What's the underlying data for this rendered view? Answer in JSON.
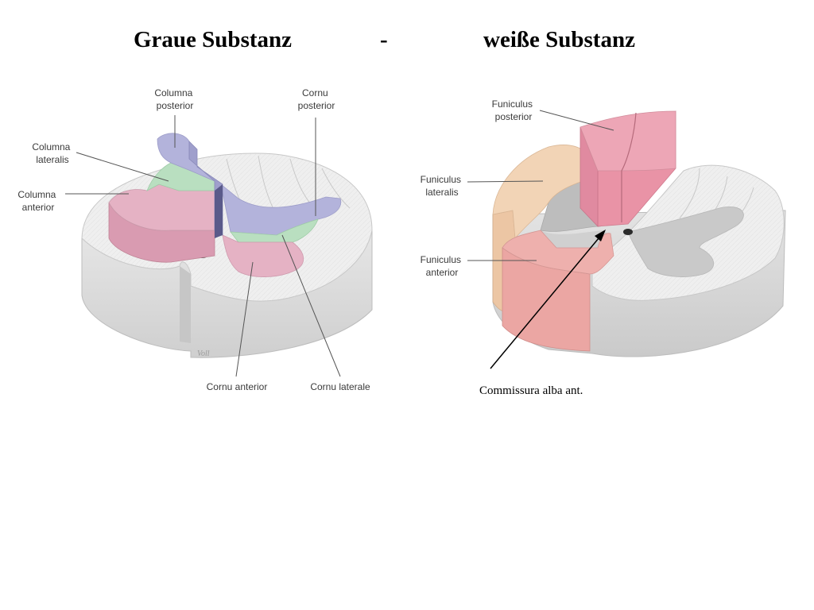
{
  "title": {
    "left": "Graue Substanz",
    "separator": "-",
    "right": "weiße Substanz"
  },
  "left_panel": {
    "labels": {
      "columna_posterior": [
        "Columna",
        "posterior"
      ],
      "cornu_posterior": [
        "Cornu",
        "posterior"
      ],
      "columna_lateralis": [
        "Columna",
        "lateralis"
      ],
      "columna_anterior": [
        "Columna",
        "anterior"
      ],
      "cornu_anterior": "Cornu anterior",
      "cornu_laterale": "Cornu laterale"
    },
    "signature": "Voll"
  },
  "right_panel": {
    "labels": {
      "funiculus_posterior": [
        "Funiculus",
        "posterior"
      ],
      "funiculus_lateralis": [
        "Funiculus",
        "lateralis"
      ],
      "funiculus_anterior": [
        "Funiculus",
        "anterior"
      ],
      "commissura": "Commissura alba ant."
    }
  },
  "colors": {
    "white_matter": "#ececec",
    "white_matter_side": "#dcdcdc",
    "posterior_column": "#b3b3db",
    "lateral_column": "#b9dfc0",
    "anterior_column": "#e5b2c4",
    "funiculus_posterior": "#eda6b6",
    "funiculus_lateralis": "#f2d4b6",
    "funiculus_anterior": "#eeb0ad",
    "grey_matter": "#c9c9c9"
  }
}
